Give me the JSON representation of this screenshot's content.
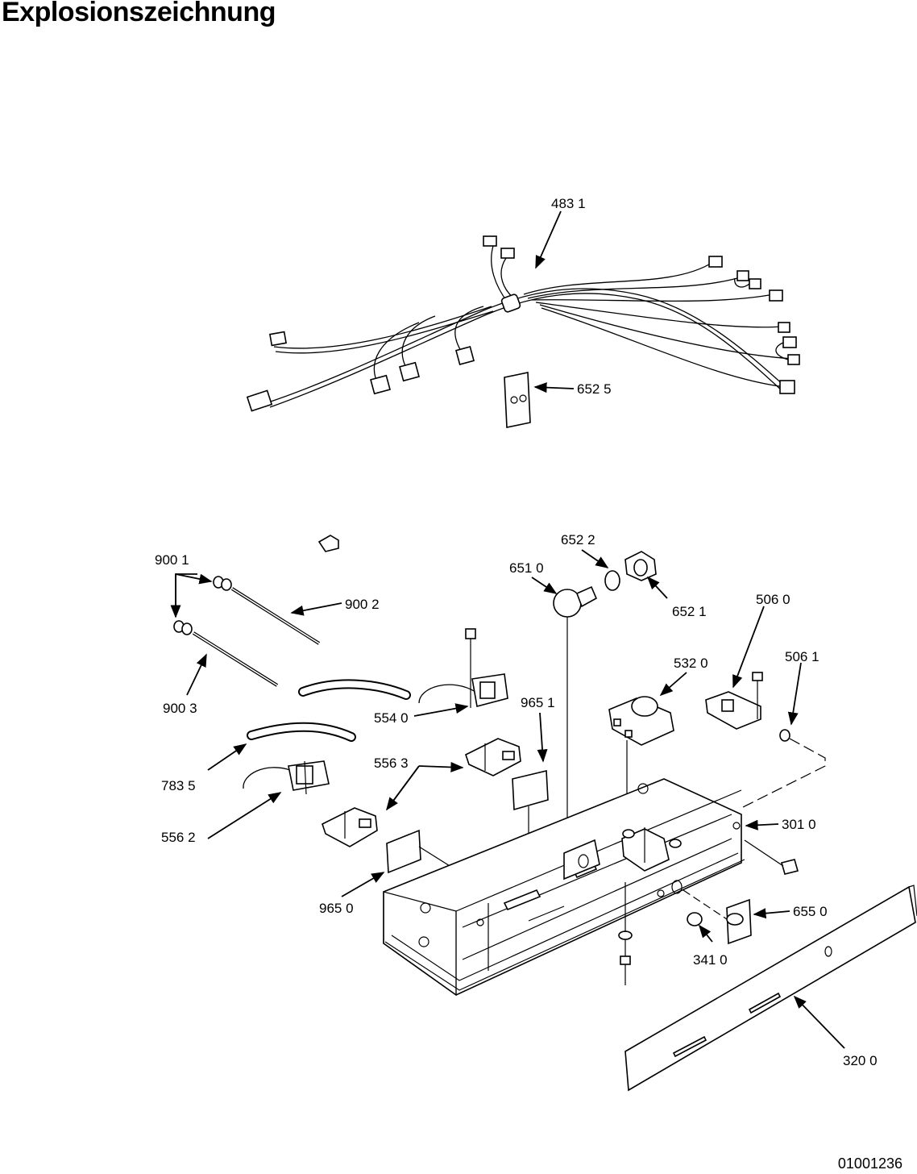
{
  "title": "Explosionszeichnung",
  "document_number": "01001236",
  "callouts": {
    "c4831": "483 1",
    "c6525": "652 5",
    "c9001": "900 1",
    "c9002": "900 2",
    "c9003": "900 3",
    "c7835": "783 5",
    "c5562": "556 2",
    "c5563": "556 3",
    "c5540": "554 0",
    "c9651": "965 1",
    "c9650": "965 0",
    "c6522": "652 2",
    "c6510": "651 0",
    "c6521": "652 1",
    "c5060": "506 0",
    "c5320": "532 0",
    "c5061": "506 1",
    "c3010": "301 0",
    "c6550": "655 0",
    "c3410": "341 0",
    "c3200": "320 0"
  }
}
